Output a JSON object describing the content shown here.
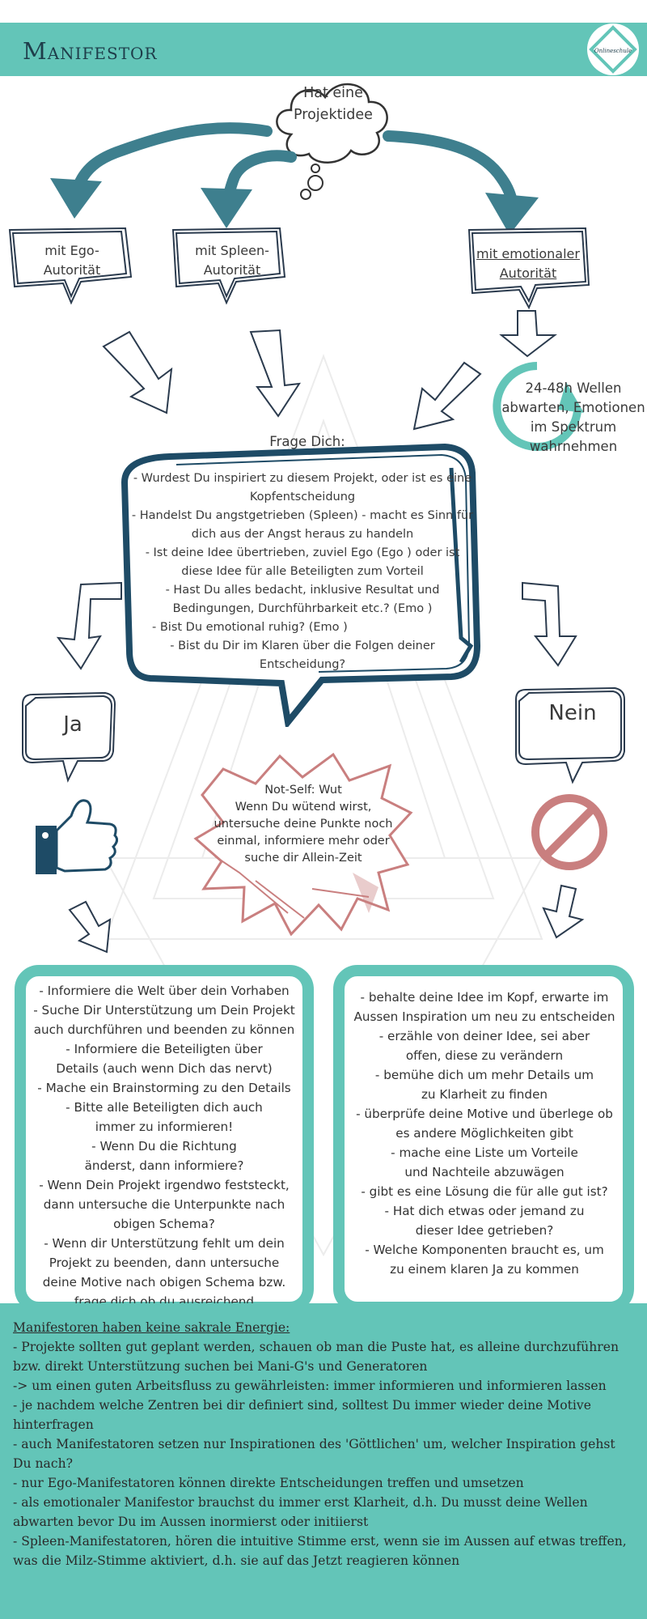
{
  "header": {
    "title": "Manifestor",
    "logo_text": "Onlineschule",
    "color": "#63c5b8"
  },
  "cloud": {
    "text": "Hat eine Projektidee"
  },
  "authorities": {
    "ego": "mit Ego-Autorität",
    "spleen": "mit Spleen-Autorität",
    "emotional": "mit emotionaler Autorität"
  },
  "waves": {
    "text": "24-48h Wellen abwarten, Emotionen im Spektrum wahrnehmen"
  },
  "question": {
    "label": "Frage Dich:",
    "items": [
      "- Wurdest Du inspiriert zu diesem Projekt, oder ist es eine Kopfentscheidung",
      "- Handelst Du angstgetrieben (Spleen) - macht es Sinn für dich aus der Angst heraus zu handeln",
      "- Ist deine Idee übertrieben, zuviel Ego (Ego ) oder ist diese Idee für alle Beteiligten zum Vorteil",
      "- Hast Du alles bedacht, inklusive Resultat und Bedingungen, Durchführbarkeit etc.? (Emo )",
      "- Bist Du emotional ruhig? (Emo )",
      "- Bist du Dir im Klaren über die Folgen deiner Entscheidung?"
    ]
  },
  "answers": {
    "yes": "Ja",
    "no": "Nein"
  },
  "notself": {
    "lines": [
      "Not-Self: Wut",
      "Wenn Du wütend wirst, untersuche deine Punkte noch einmal, informiere mehr oder suche dir Allein-Zeit"
    ]
  },
  "yes_box": {
    "items": [
      "- Informiere die Welt über dein Vorhaben",
      "- Suche Dir Unterstützung um Dein Projekt auch durchführen und beenden zu können",
      "- Informiere die Beteiligten über Details (auch wenn Dich das nervt)",
      "- Mache ein Brainstorming zu den Details",
      "- Bitte alle Beteiligten dich auch immer zu informieren!",
      "- Wenn Du die Richtung änderst, dann informiere?",
      "- Wenn Dein Projekt irgendwo feststeckt, dann untersuche die Unterpunkte nach obigen Schema?",
      "- Wenn dir Unterstützung fehlt um dein Projekt zu beenden, dann untersuche deine Motive nach obigen Schema bzw. frage dich ob du ausreichend informierst?!"
    ]
  },
  "no_box": {
    "items": [
      "- behalte deine Idee im Kopf, erwarte im Aussen Inspiration um neu zu entscheiden",
      "- erzähle von deiner Idee, sei aber offen, diese zu verändern",
      "- bemühe dich um mehr Details um zu Klarheit zu finden",
      "- überprüfe deine Motive und überlege ob es andere Möglichkeiten gibt",
      "- mache eine Liste um Vorteile und Nachteile abzuwägen",
      "- gibt es eine Lösung die für alle gut ist?",
      "- Hat dich etwas oder jemand zu dieser Idee getrieben?",
      "- Welche Komponenten braucht es, um zu einem klaren Ja zu kommen"
    ]
  },
  "footer": {
    "heading": "Manifestoren haben keine sakrale Energie:",
    "lines": [
      "- Projekte sollten gut geplant werden, schauen ob man die Puste hat, es alleine durchzuführen bzw. direkt Unterstützung suchen bei Mani-G's und Generatoren",
      "-> um einen guten Arbeitsfluss zu gewährleisten: immer informieren und informieren lassen",
      "- je nachdem welche Zentren bei dir definiert sind, solltest Du immer wieder deine Motive hinterfragen",
      "- auch Manifestatoren setzen nur Inspirationen des 'Göttlichen' um, welcher Inspiration gehst Du nach?",
      "- nur Ego-Manifestatoren können direkte Entscheidungen treffen und umsetzen",
      "- als emotionaler Manifestor brauchst du immer erst Klarheit, d.h. Du musst deine Wellen abwarten bevor Du im Aussen inormierst oder initiierst",
      "- Spleen-Manifestatoren, hören die intuitive Stimme erst, wenn sie im Aussen auf etwas treffen, was die Milz-Stimme aktiviert, d.h. sie auf das Jetzt reagieren können"
    ]
  },
  "colors": {
    "teal": "#63c5b8",
    "navy": "#1e4b66",
    "arrow_teal": "#3e7f8e",
    "pink": "#c97f7f"
  }
}
